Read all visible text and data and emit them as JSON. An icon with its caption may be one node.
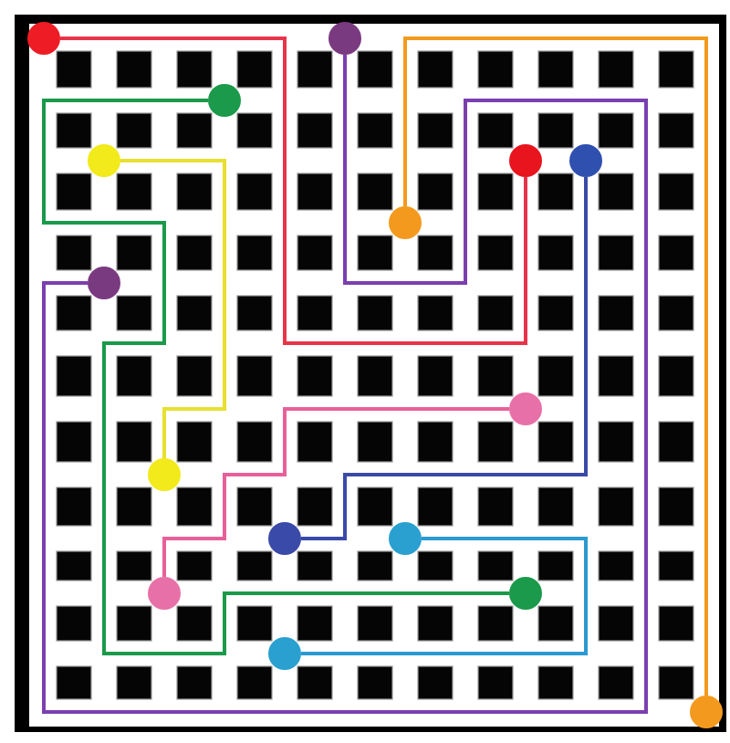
{
  "diagram": {
    "nodes": [
      {
        "text": [],
        "shape": "circle"
      },
      {
        "text": [],
        "shape": "circle"
      },
      {
        "text": [],
        "shape": "circle"
      },
      {
        "text": [],
        "shape": "circle"
      },
      {
        "text": [],
        "shape": "circle"
      },
      {
        "text": [],
        "shape": "circle"
      },
      {
        "text": [],
        "shape": "circle"
      },
      {
        "text": [],
        "shape": "circle"
      },
      {
        "text": [],
        "shape": "circle"
      },
      {
        "text": [],
        "shape": "circle"
      },
      {
        "text": [],
        "shape": "circle"
      },
      {
        "text": [],
        "shape": "circle"
      },
      {
        "text": [],
        "shape": "circle"
      },
      {
        "text": [],
        "shape": "circle"
      },
      {
        "text": [],
        "shape": "circle"
      },
      {
        "text": [],
        "shape": "circle"
      }
    ],
    "edges": [
      {
        "from": 0,
        "to": 4,
        "arrow": "none",
        "color": "#e8344a"
      },
      {
        "from": 1,
        "to": 7,
        "arrow": "none",
        "color": "#7b3fb0"
      },
      {
        "from": 2,
        "to": 13,
        "arrow": "none",
        "color": "#1a9a4a"
      },
      {
        "from": 3,
        "to": 9,
        "arrow": "none",
        "color": "#e8e030"
      },
      {
        "from": 5,
        "to": 10,
        "arrow": "none",
        "color": "#3a4aa8"
      },
      {
        "from": 6,
        "to": 15,
        "arrow": "none",
        "color": "#f39a1e"
      },
      {
        "from": 8,
        "to": 12,
        "arrow": "none",
        "color": "#e8609a"
      },
      {
        "from": 11,
        "to": 14,
        "arrow": "none",
        "color": "#2a9ad0"
      }
    ]
  }
}
